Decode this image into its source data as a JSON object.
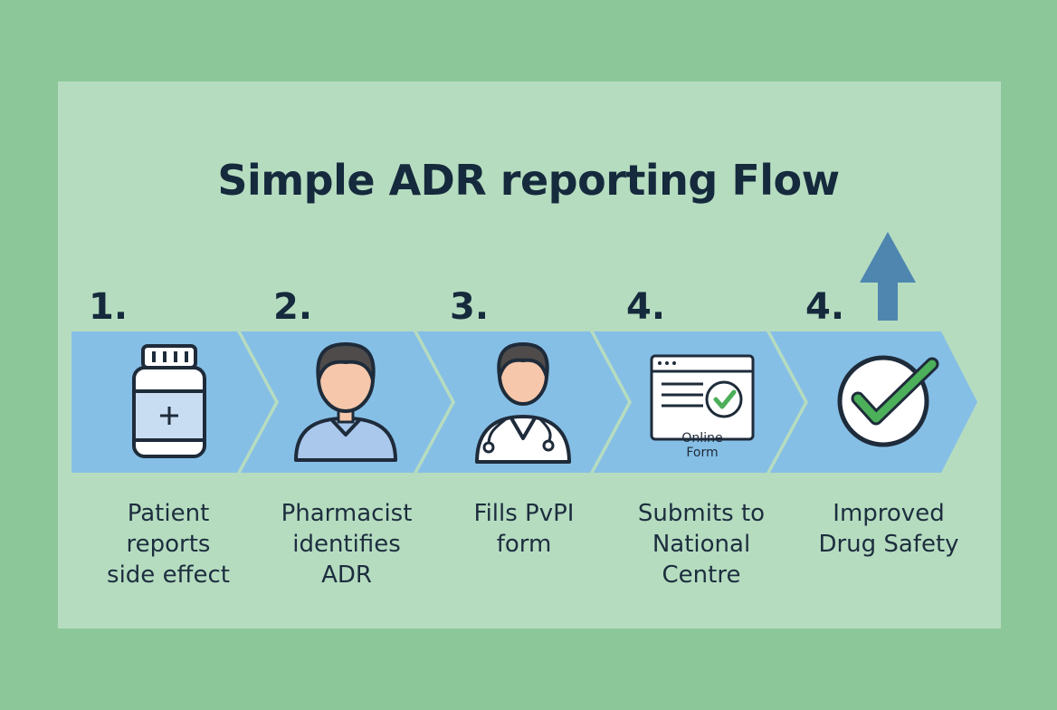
{
  "title": "Simple ADR reporting Flow",
  "steps": [
    {
      "number": "1.",
      "icon": "medicine-bottle-icon",
      "caption_lines": [
        "Patient",
        "reports",
        "side effect"
      ]
    },
    {
      "number": "2.",
      "icon": "pharmacist-icon",
      "caption_lines": [
        "Pharmacist",
        "identifies",
        "ADR"
      ]
    },
    {
      "number": "3.",
      "icon": "doctor-icon",
      "caption_lines": [
        "Fills PvPI",
        "form"
      ]
    },
    {
      "number": "4.",
      "icon": "online-form-icon",
      "form_label_lines": [
        "Online",
        "Form"
      ],
      "caption_lines": [
        "Submits to",
        "National",
        "Centre"
      ]
    },
    {
      "number": "4.",
      "icon": "checkmark-icon",
      "caption_lines": [
        "Improved",
        "Drug Safety"
      ]
    }
  ],
  "colors": {
    "background": "#8cc79a",
    "panel": "#b6dcc0",
    "chevron": "#86bfe6",
    "up_arrow": "#4e86b0",
    "check": "#4caf5a",
    "text": "#152a3c"
  }
}
